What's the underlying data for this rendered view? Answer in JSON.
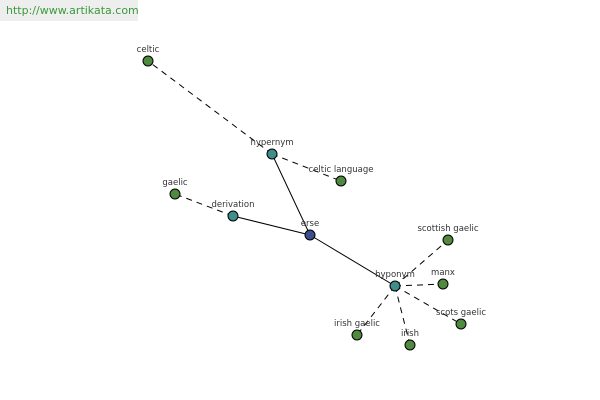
{
  "source": {
    "url_text": "http://www.artikata.com"
  },
  "colors": {
    "center": "#3a4f8c",
    "relation": "#3f8e8b",
    "word": "#4f8a3e",
    "link": "#3a9a3a"
  },
  "graph": {
    "nodes": [
      {
        "id": "erse",
        "label": "erse",
        "kind": "center"
      },
      {
        "id": "hypernym",
        "label": "hypernym",
        "kind": "relation"
      },
      {
        "id": "derivation",
        "label": "derivation",
        "kind": "relation"
      },
      {
        "id": "hyponym",
        "label": "hyponym",
        "kind": "relation"
      },
      {
        "id": "celtic",
        "label": "celtic",
        "kind": "word"
      },
      {
        "id": "celtic-language",
        "label": "celtic language",
        "kind": "word"
      },
      {
        "id": "gaelic",
        "label": "gaelic",
        "kind": "word"
      },
      {
        "id": "scottish-gaelic",
        "label": "scottish gaelic",
        "kind": "word"
      },
      {
        "id": "manx",
        "label": "manx",
        "kind": "word"
      },
      {
        "id": "scots-gaelic",
        "label": "scots gaelic",
        "kind": "word"
      },
      {
        "id": "irish-gaelic",
        "label": "irish gaelic",
        "kind": "word"
      },
      {
        "id": "irish",
        "label": "irish",
        "kind": "word"
      }
    ],
    "edges": [
      {
        "from": "erse",
        "to": "hypernym",
        "style": "solid"
      },
      {
        "from": "erse",
        "to": "derivation",
        "style": "solid"
      },
      {
        "from": "erse",
        "to": "hyponym",
        "style": "solid"
      },
      {
        "from": "hypernym",
        "to": "celtic",
        "style": "dashed"
      },
      {
        "from": "hypernym",
        "to": "celtic-language",
        "style": "dashed"
      },
      {
        "from": "derivation",
        "to": "gaelic",
        "style": "dashed"
      },
      {
        "from": "hyponym",
        "to": "scottish-gaelic",
        "style": "dashed"
      },
      {
        "from": "hyponym",
        "to": "manx",
        "style": "dashed"
      },
      {
        "from": "hyponym",
        "to": "scots-gaelic",
        "style": "dashed"
      },
      {
        "from": "hyponym",
        "to": "irish-gaelic",
        "style": "dashed"
      },
      {
        "from": "hyponym",
        "to": "irish",
        "style": "dashed"
      }
    ]
  }
}
